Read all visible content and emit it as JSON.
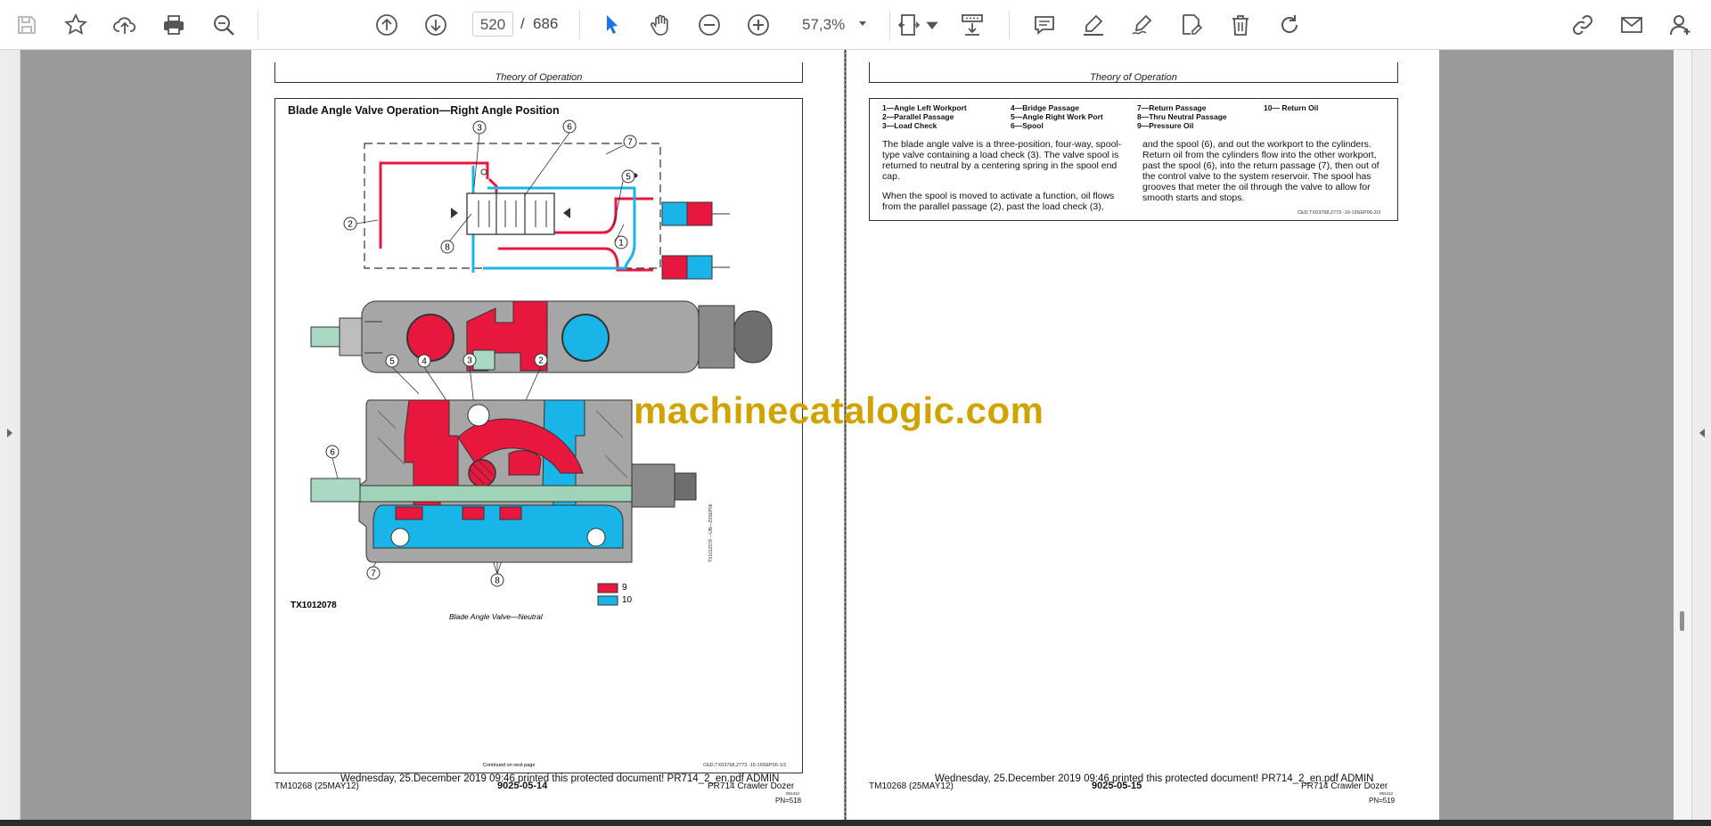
{
  "toolbar": {
    "icons": [
      "save-icon",
      "bookmark-star-icon",
      "upload-cloud-icon",
      "print-icon",
      "zoom-search-icon",
      "page-up-icon",
      "page-down-icon",
      "select-cursor-icon",
      "hand-pan-icon",
      "zoom-out-icon",
      "zoom-in-icon",
      "fit-page-icon",
      "scroll-mode-icon",
      "comment-icon",
      "highlight-pen-icon",
      "draw-sign-icon",
      "edit-text-icon",
      "delete-icon",
      "rotate-icon",
      "share-link-icon",
      "email-icon",
      "account-icon"
    ],
    "current_page": "520",
    "page_separator": "/",
    "total_pages": "686",
    "zoom": "57,3%",
    "accent": "#1a73e8"
  },
  "watermark": "machinecatalogic.com",
  "left_page": {
    "header": "Theory of Operation",
    "figure_title": "Blade Angle Valve Operation—Right Angle Position",
    "figure_id": "TX1012078",
    "caption": "Blade Angle Valve—Neutral",
    "side_code": "TX1012078 —UN—29SEP06",
    "continued": "Continued on next page",
    "ref_code": "CED,TX03768,2773 -19-19SEP06-1/2",
    "callouts": [
      "1",
      "2",
      "3",
      "4",
      "5",
      "6",
      "7",
      "8",
      "9",
      "10"
    ],
    "legend_swatches": [
      {
        "label": "9",
        "color": "#e8173e"
      },
      {
        "label": "10",
        "color": "#19b4e8"
      }
    ],
    "printed_notice": "Wednesday, 25.December 2019 09:46 printed this protected document! PR714_2_en.pdf ADMIN",
    "manual_id": "TM10268 (25MAY12)",
    "section": "9025-05-14",
    "product": "PR714 Crawler Dozer",
    "product_sub": "051412",
    "pn": "PN=518"
  },
  "right_page": {
    "header": "Theory of Operation",
    "legend": [
      "1—Angle Left Workport",
      "2—Parallel Passage",
      "3—Load Check",
      "4—Bridge Passage",
      "5—Angle Right Work Port",
      "6—Spool",
      "7—Return Passage",
      "8—Thru Neutral Passage",
      "9—Pressure Oil",
      "10— Return Oil"
    ],
    "para1": "The blade angle valve is a three-position, four-way, spool-type valve containing a load check (3). The valve spool is returned to neutral by a centering spring in the spool end cap.",
    "para2": "When the spool is moved to activate a function, oil flows from the parallel passage (2), past the load check (3),",
    "para3": "and the spool (6), and out the workport to the cylinders. Return oil from the cylinders flow into the other workport, past the spool (6), into the return passage (7), then out of the control valve to the system reservoir. The spool has grooves that meter the oil through the valve to allow for smooth starts and stops.",
    "ref_code": "CED,TX03768,2773 -19-19SEP06-2/2",
    "printed_notice": "Wednesday, 25.December 2019 09:46 printed this protected document! PR714_2_en.pdf ADMIN",
    "manual_id": "TM10268 (25MAY12)",
    "section": "9025-05-15",
    "product": "PR714 Crawler Dozer",
    "product_sub": "051412",
    "pn": "PN=519"
  },
  "colors": {
    "pressure": "#e8173e",
    "return": "#19b4e8",
    "body": "#a8a8a8",
    "spool": "#9fd4b8"
  }
}
